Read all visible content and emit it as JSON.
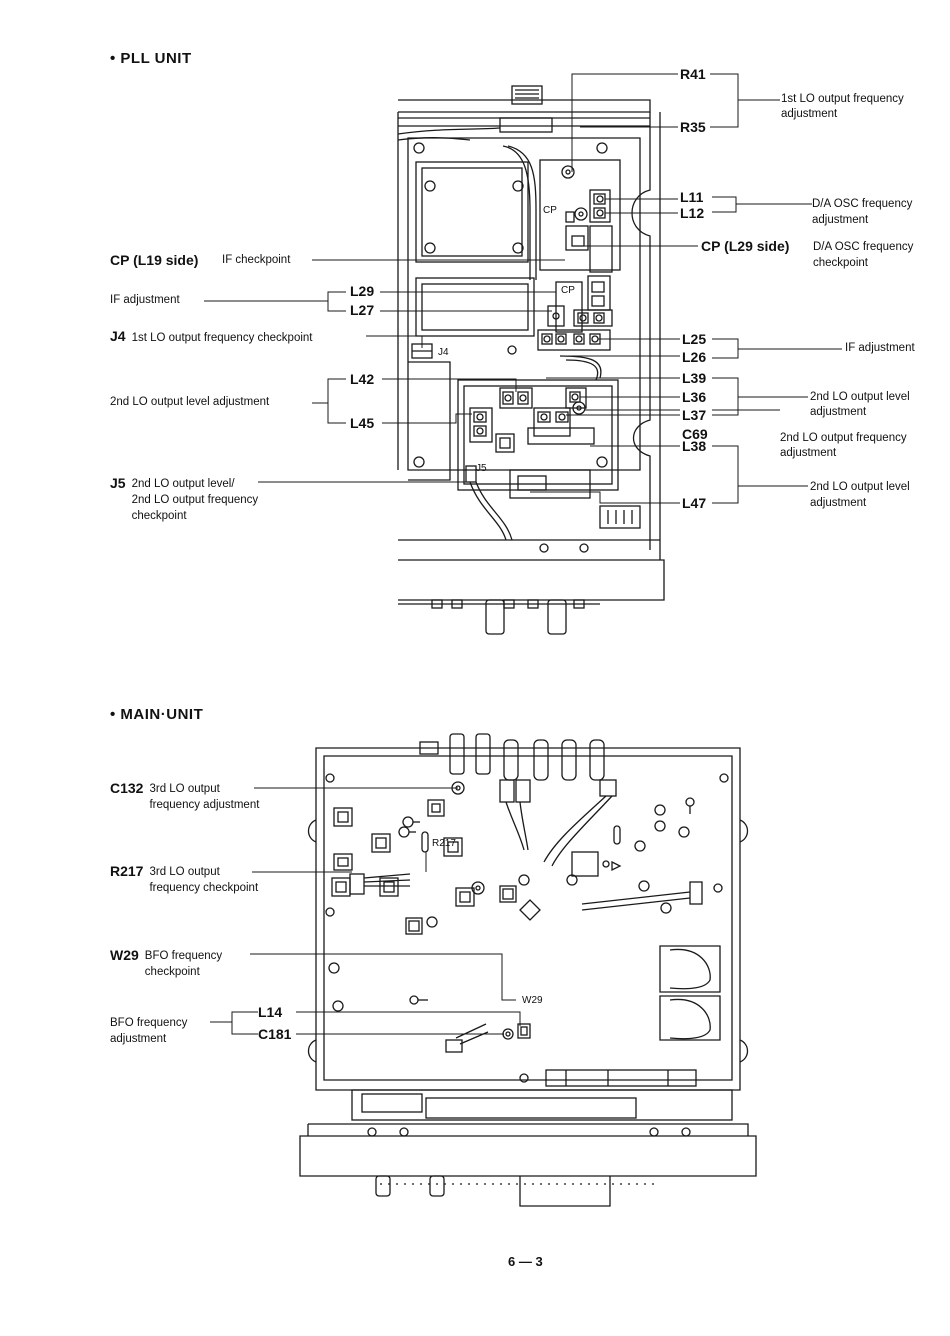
{
  "pll": {
    "title": "• PLL UNIT",
    "board_labels": {
      "cp1": "CP",
      "cp2": "CP",
      "j4": "J4",
      "j5": "J5"
    },
    "refs": {
      "r41": "R41",
      "r35": "R35",
      "l11": "L11",
      "l12": "L12",
      "cp_l29": "CP (L29 side)",
      "cp_l19": "CP (L19 side)",
      "l29": "L29",
      "l27": "L27",
      "j4": "J4",
      "l25": "L25",
      "l26": "L26",
      "l42": "L42",
      "l45": "L45",
      "l39": "L39",
      "l36": "L36",
      "l37": "L37",
      "c69": "C69",
      "j5": "J5",
      "l38": "L38",
      "l47": "L47"
    },
    "notes": {
      "lo1_adj": "1st LO output frequency\nadjustment",
      "da_osc_adj": "D/A OSC frequency\nadjustment",
      "da_osc_cp": "D/A OSC frequency\ncheckpoint",
      "if_cp": "IF checkpoint",
      "if_adj_left": "IF adjustment",
      "lo1_cp": "1st LO output frequency checkpoint",
      "if_adj_right": "IF adjustment",
      "lo2_level_adj_left": "2nd LO output level adjustment",
      "lo2_level_adj_r1": "2nd LO output level\nadjustment",
      "lo2_freq_adj": "2nd LO output frequency\nadjustment",
      "j5_desc": "2nd LO output level/\n2nd LO output frequency\ncheckpoint",
      "lo2_level_adj_r2": "2nd LO output level\nadjustment"
    }
  },
  "main": {
    "title": "• MAIN·UNIT",
    "board_labels": {
      "r217": "R217",
      "w29": "W29"
    },
    "refs": {
      "c132": "C132",
      "r217": "R217",
      "w29": "W29",
      "l14": "L14",
      "c181": "C181"
    },
    "notes": {
      "c132_desc": "3rd LO output\nfrequency adjustment",
      "r217_desc": "3rd LO output\nfrequency checkpoint",
      "w29_desc": "BFO frequency\ncheckpoint",
      "bfo_adj": "BFO frequency\nadjustment"
    }
  },
  "footer": {
    "page_number": "6 — 3"
  }
}
